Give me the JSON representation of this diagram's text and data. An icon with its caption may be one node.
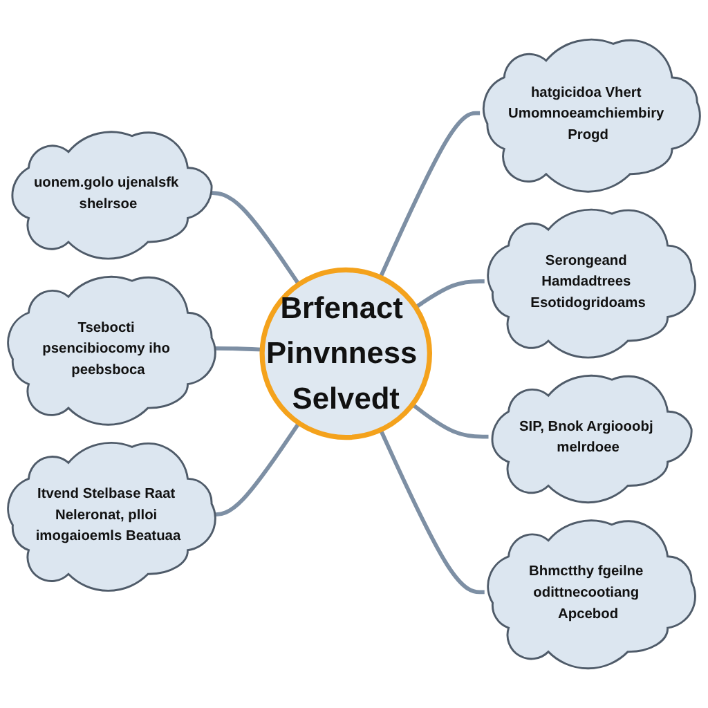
{
  "diagram": {
    "nodes": [
      {
        "text": [
          "Brfenact Pinvnness Selvedt"
        ]
      },
      {
        "text": [
          "hatgicidoa Vhert Umomnoeamchiembiry Progd"
        ]
      },
      {
        "text": [
          "uonem.golo ujenalsfk shelrsoe"
        ]
      },
      {
        "text": [
          "Serongeand Hamdadtrees Esotidogridoams"
        ]
      },
      {
        "text": [
          "Tsebocti psencibiocomy iho peebsboca"
        ]
      },
      {
        "text": [
          "SIP, Bnok Argiooobj melrdoee"
        ]
      },
      {
        "text": [
          "Itvend Stelbase Raat Neleronat, plloi imogaioemls Beatuaa"
        ]
      },
      {
        "text": [
          "Bhmctthy fgeilne odittnecootiang Apcebod"
        ]
      }
    ],
    "edges": [
      {
        "from": 0,
        "to": 1,
        "arrow": "none"
      },
      {
        "from": 2,
        "to": 0,
        "arrow": "none"
      },
      {
        "from": 0,
        "to": 3,
        "arrow": "none"
      },
      {
        "from": 4,
        "to": 0,
        "arrow": "none"
      },
      {
        "from": 0,
        "to": 5,
        "arrow": "none"
      },
      {
        "from": 6,
        "to": 0,
        "arrow": "none"
      },
      {
        "from": 0,
        "to": 7,
        "arrow": "none"
      }
    ]
  }
}
